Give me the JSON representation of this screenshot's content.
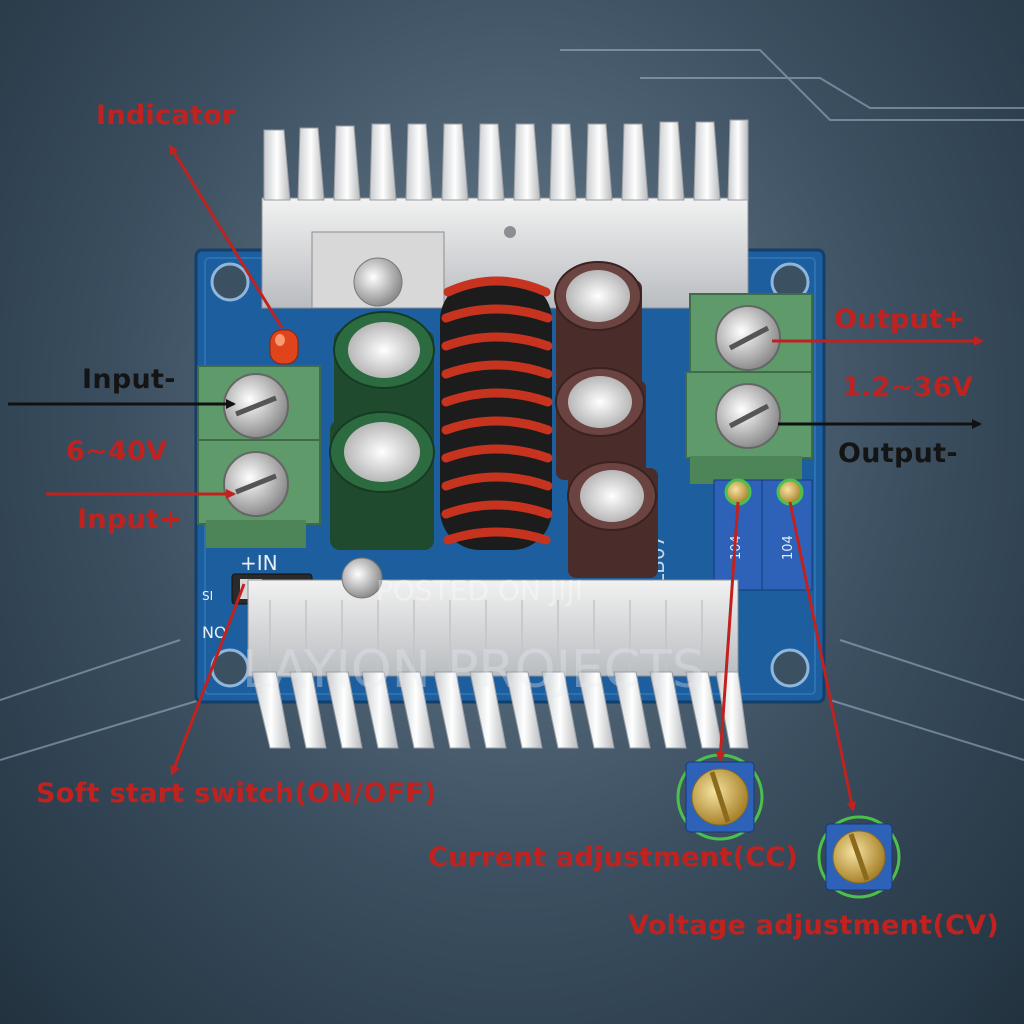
{
  "labels": {
    "indicator": "Indicator",
    "input_minus": "Input-",
    "input_voltage": "6~40V",
    "input_plus": "Input+",
    "output_plus": "Output+",
    "output_voltage": "1.2~36V",
    "output_minus": "Output-",
    "soft_start": "Soft start switch(ON/OFF)",
    "current_adj": "Current adjustment(CC)",
    "voltage_adj": "Voltage adjustment(CV)"
  },
  "board": {
    "silk_in": "+IN",
    "silk_model": "LB07",
    "silk_sw": "SI",
    "silk_on": "NO",
    "pot1_code": "104",
    "pot2_code": "104"
  },
  "watermarks": {
    "posted": "POSTED ON JIJI",
    "brand": "LAYION PROJECTS"
  },
  "colors": {
    "label_red": "#c0221f",
    "label_dark": "#141414",
    "arrow_red": "#c0221f",
    "arrow_dark": "#111111",
    "pcb_blue": "#1d5e9e",
    "terminal_green": "#5f9a6a",
    "highlight_green": "#4cc04c"
  }
}
